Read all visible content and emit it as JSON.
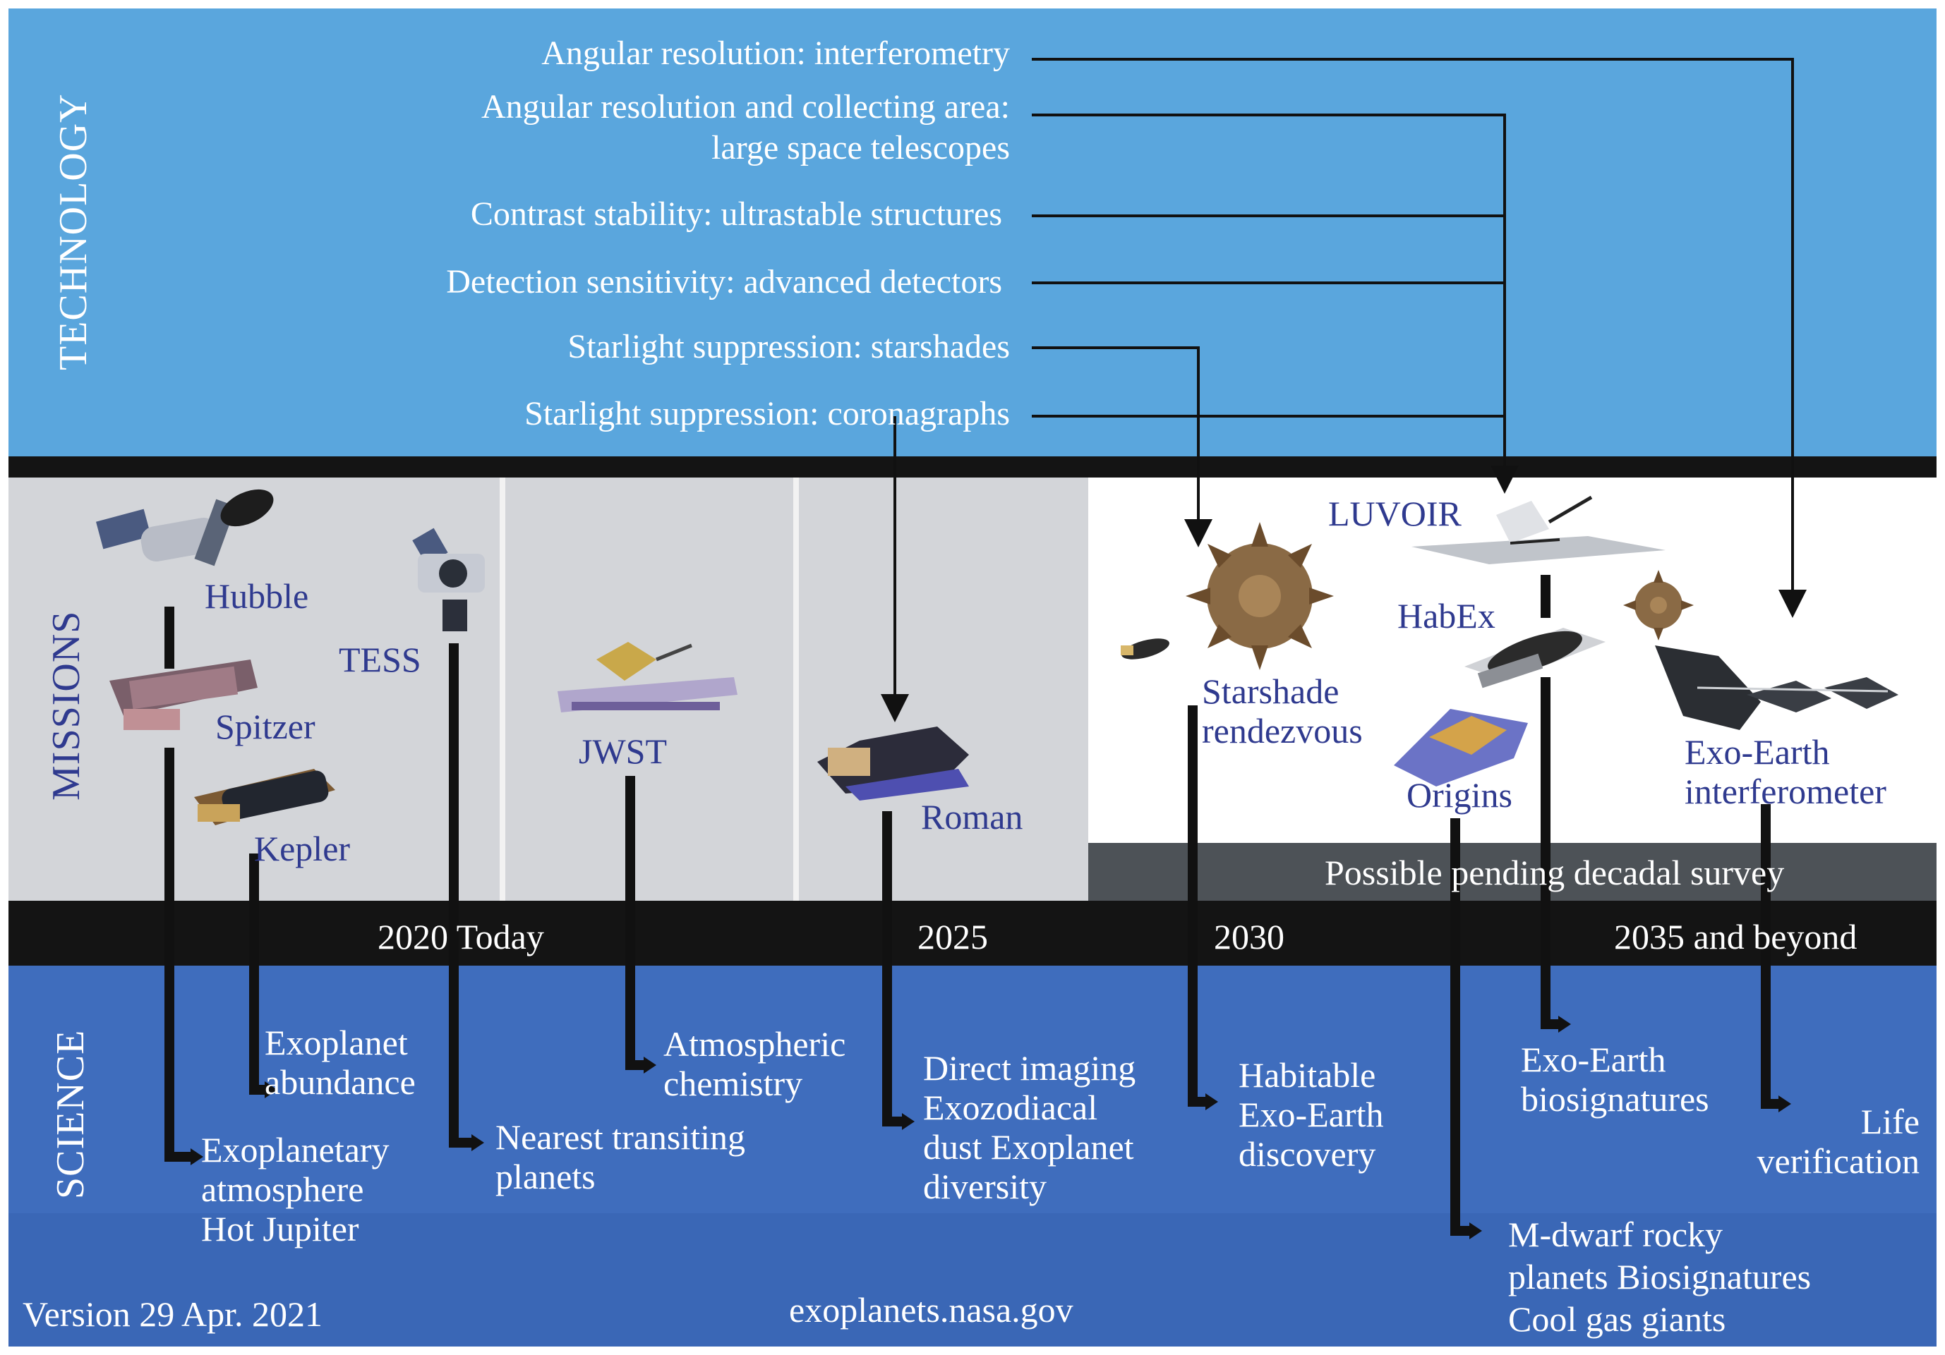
{
  "sections": {
    "technology": "TECHNOLOGY",
    "missions": "MISSIONS",
    "science": "SCIENCE"
  },
  "technology_items": [
    "Angular resolution: interferometry",
    "Angular resolution and collecting area:",
    "large space telescopes",
    "Contrast stability: ultrastable structures",
    "Detection sensitivity: advanced detectors",
    "Starlight suppression: starshades",
    "Starlight suppression: coronagraphs"
  ],
  "missions": {
    "hubble": "Hubble",
    "spitzer": "Spitzer",
    "kepler": "Kepler",
    "tess": "TESS",
    "jwst": "JWST",
    "roman": "Roman",
    "luvoir": "LUVOIR",
    "habex": "HabEx",
    "starshade": "Starshade\nrendezvous",
    "origins": "Origins",
    "exo_earth_interferometer": "Exo-Earth\ninterferometer"
  },
  "pending_survey": "Possible pending decadal survey",
  "timeline": [
    "2020 Today",
    "2025",
    "2030",
    "2035 and beyond"
  ],
  "science": {
    "exoplanet_abundance": "Exoplanet\nabundance",
    "exoplanetary_atmosphere": "Exoplanetary\natmosphere\nHot Jupiter",
    "nearest_transiting": "Nearest transiting\nplanets",
    "atmospheric_chemistry": "Atmospheric\nchemistry",
    "direct_imaging": "Direct imaging\nExozodiacal\ndust Exoplanet\ndiversity",
    "habitable": "Habitable\nExo-Earth\ndiscovery",
    "biosignatures": "Exo-Earth\nbiosignatures",
    "life": "Life\nverification",
    "mdwarf": "M-dwarf rocky\nplanets Biosignatures\nCool gas giants"
  },
  "footer": {
    "version": "Version 29 Apr. 2021",
    "url": "exoplanets.nasa.gov"
  },
  "colors": {
    "technology_band": "#5aa6dd",
    "missions_past": "#d3d5d9",
    "missions_future": "#ffffff",
    "science_band": "#3f6dbd",
    "timeline_bar": "#141414",
    "pending_bar": "#4d5257",
    "mission_text": "#2f3a8f"
  },
  "icons": [
    "hubble-spacecraft-icon",
    "spitzer-spacecraft-icon",
    "kepler-spacecraft-icon",
    "tess-spacecraft-icon",
    "jwst-spacecraft-icon",
    "roman-spacecraft-icon",
    "luvoir-spacecraft-icon",
    "habex-spacecraft-icon",
    "starshade-icon",
    "origins-spacecraft-icon",
    "interferometer-spacecraft-icon"
  ]
}
